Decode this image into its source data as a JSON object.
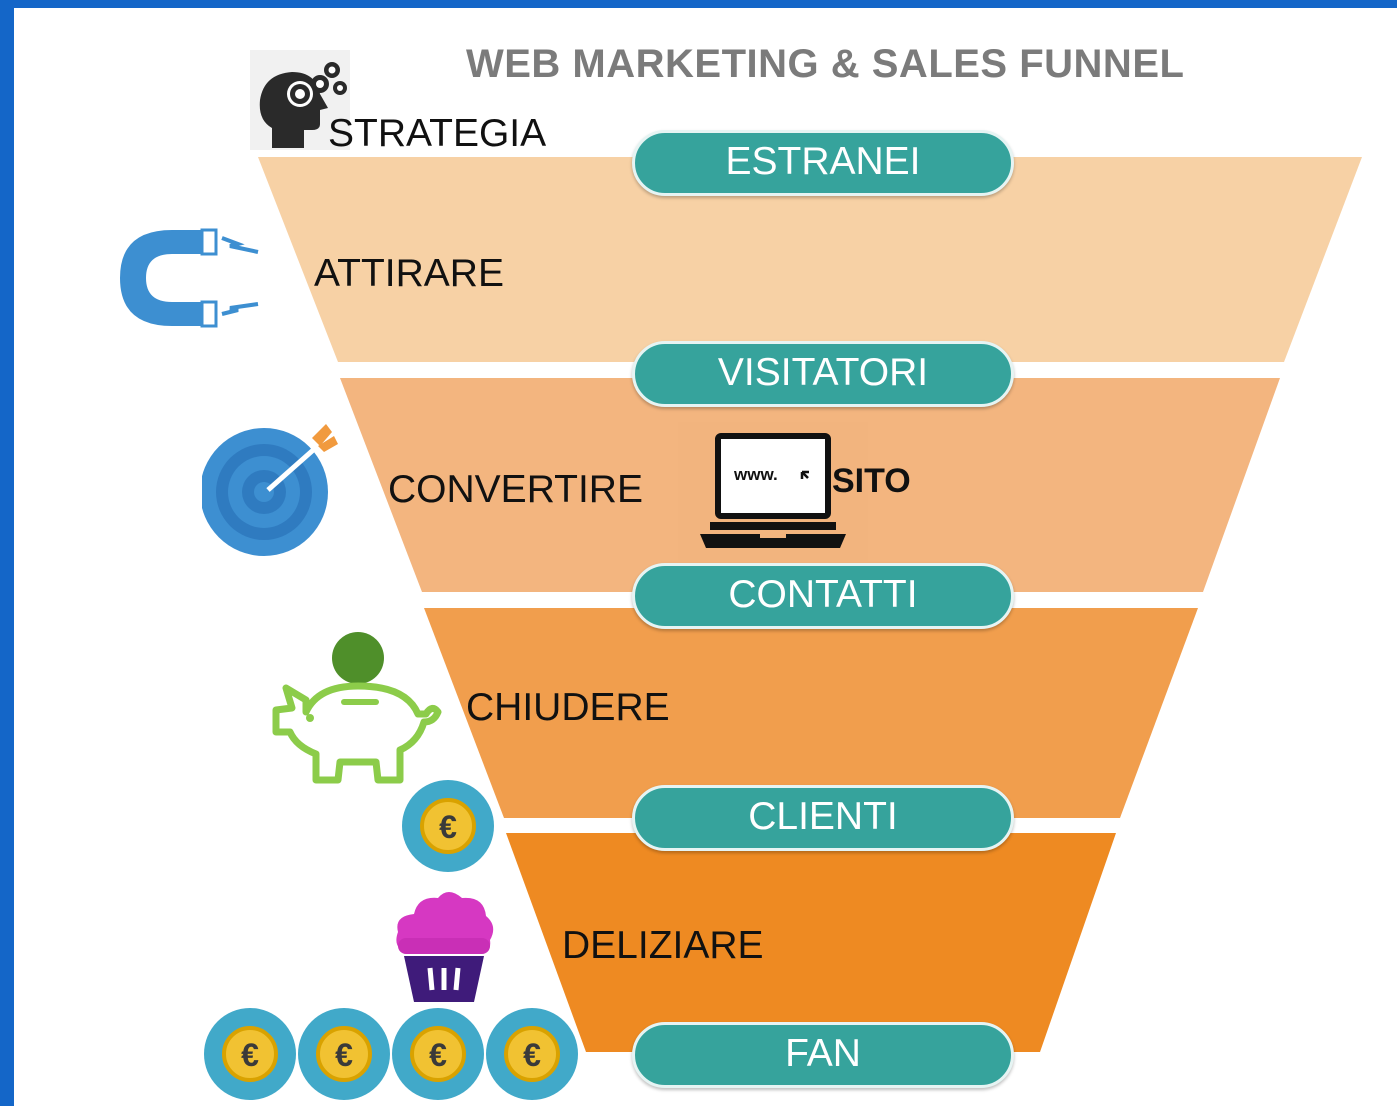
{
  "title": "WEB MARKETING & SALES FUNNEL",
  "strategy_label": "STRATEGIA",
  "stages": [
    {
      "label": "ATTIRARE",
      "color": "#f7d1a5"
    },
    {
      "label": "CONVERTIRE",
      "color": "#f3b57f"
    },
    {
      "label": "CHIUDERE",
      "color": "#f19e4d"
    },
    {
      "label": "DELIZIARE",
      "color": "#ee8a22"
    }
  ],
  "milestones": [
    "ESTRANEI",
    "VISITATORI",
    "CONTATTI",
    "CLIENTI",
    "FAN"
  ],
  "site_label": "SITO",
  "laptop_screen_text": "www.",
  "coin_symbol": "€",
  "colors": {
    "background": "#1466c8",
    "pill": "#36a39c",
    "title": "#7b7b7b"
  },
  "icons": [
    "head-gears-icon",
    "magnet-icon",
    "target-icon",
    "laptop-icon",
    "piggy-bank-icon",
    "euro-coin-icon",
    "cupcake-icon"
  ]
}
